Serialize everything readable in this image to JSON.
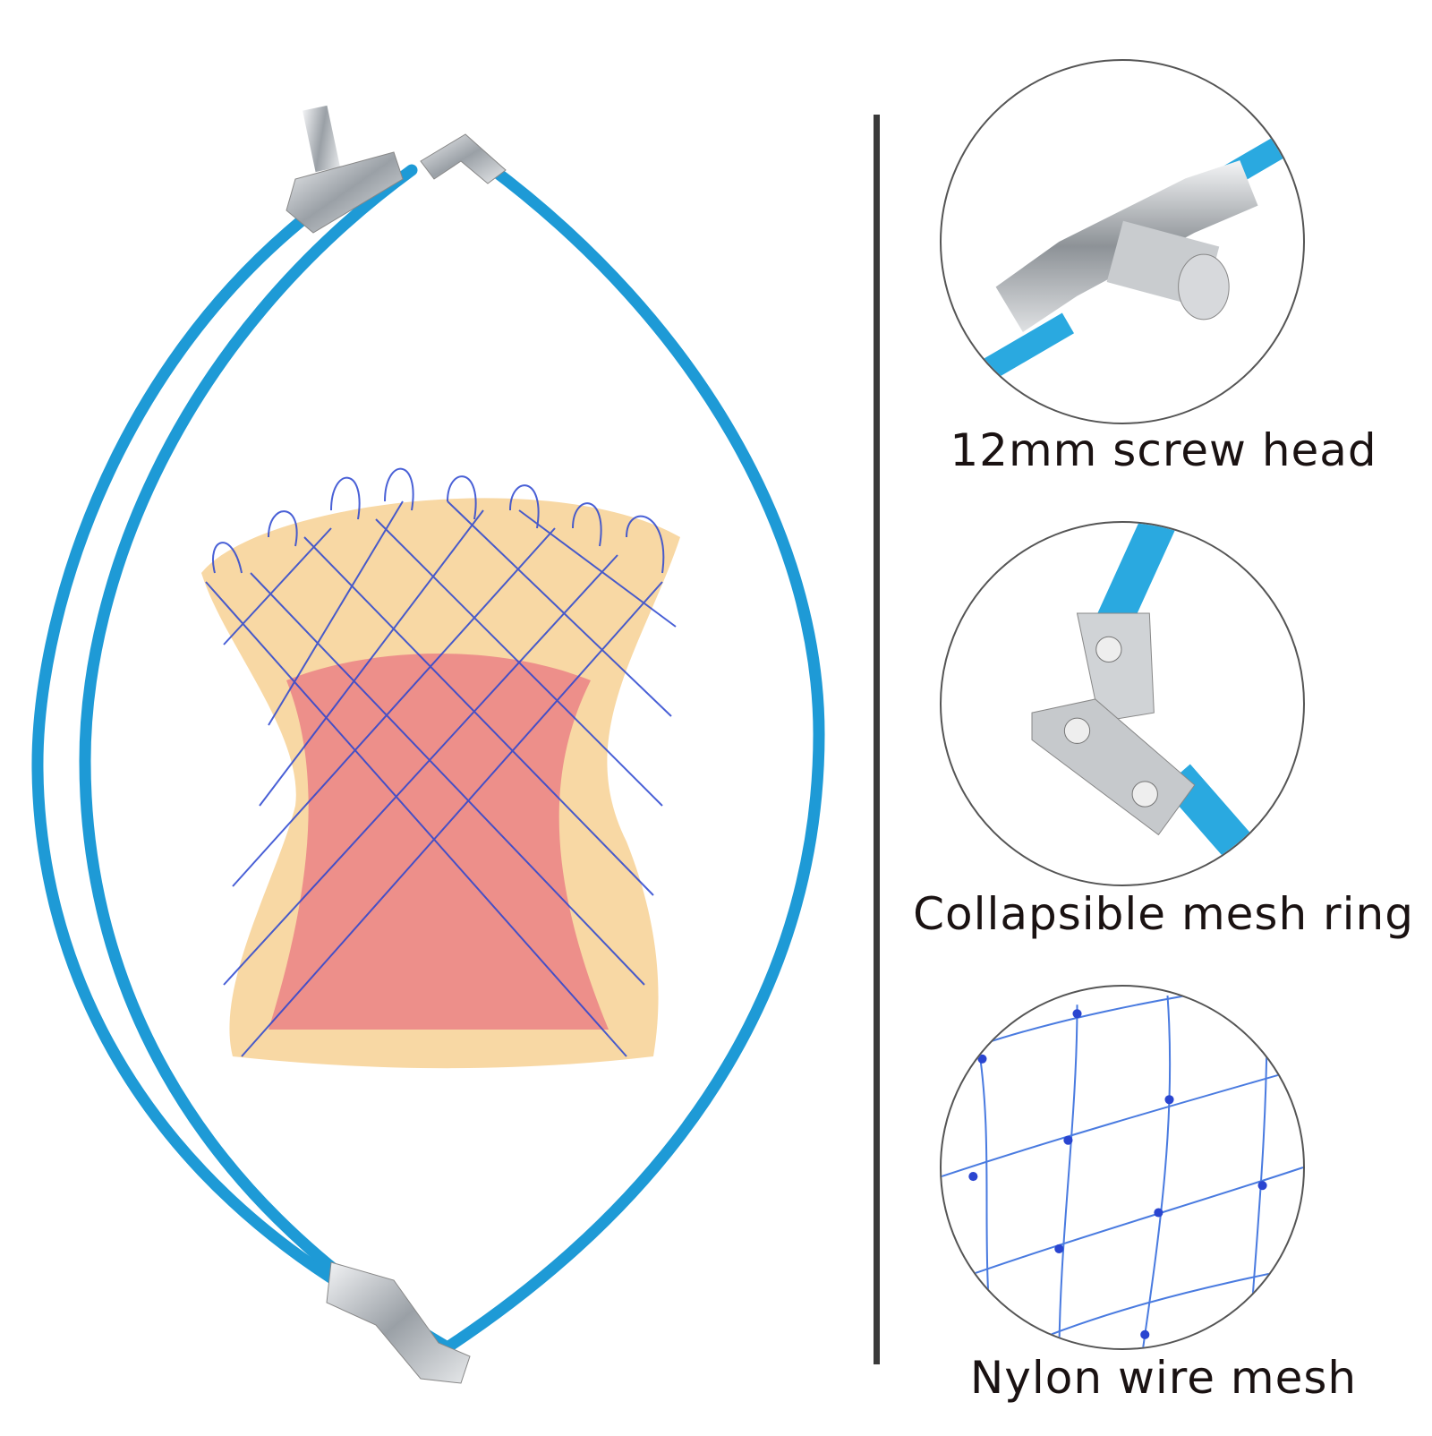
{
  "features": [
    {
      "icon": "screw-head-closeup",
      "label": "12mm screw head"
    },
    {
      "icon": "hinge-joint-closeup",
      "label": "Collapsible mesh ring"
    },
    {
      "icon": "nylon-mesh-closeup",
      "label": "Nylon wire mesh"
    }
  ],
  "colors": {
    "ring": "#1e9ad6",
    "mesh": "#2a45d0",
    "metal": "#b8bcc2",
    "divider": "#3a3a3a",
    "text": "#1a1212"
  }
}
